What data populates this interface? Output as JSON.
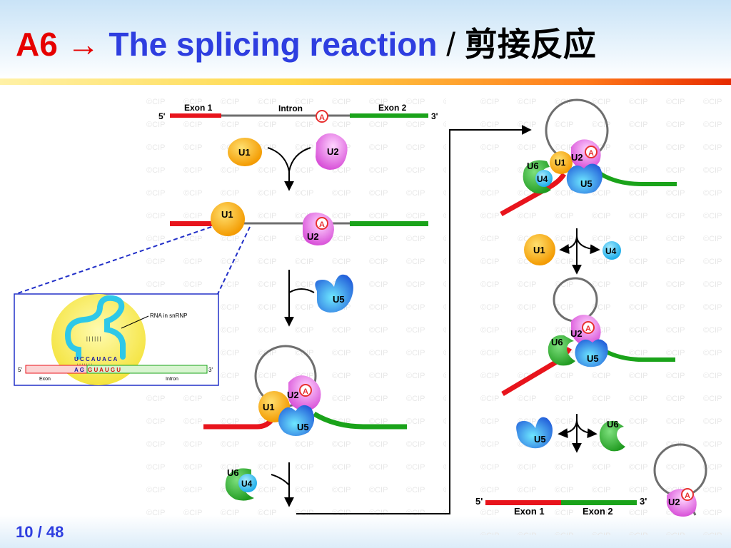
{
  "title": {
    "code": "A6",
    "arrow": "→",
    "main": "The splicing reaction",
    "separator": "/",
    "chinese": "剪接反应"
  },
  "page": {
    "current": "10",
    "separator": "/",
    "total": "48"
  },
  "watermark": "©CIP",
  "pre_mrna": {
    "five_prime": "5'",
    "three_prime": "3'",
    "exon1": "Exon 1",
    "intron": "Intron",
    "exon2": "Exon 2",
    "branch_site": "A"
  },
  "snrnps": {
    "u1": "U1",
    "u2": "U2",
    "u4": "U4",
    "u5": "U5",
    "u6": "U6"
  },
  "inset": {
    "rna_label": "RNA in snRNP",
    "snrna_seq": "U C C A U A C A",
    "pairing_marks": "| | | | | | |",
    "mrna_seq_exon": "A G",
    "mrna_seq_intron": "G U A U G U",
    "five_prime": "5'",
    "three_prime": "3'",
    "exon_label": "Exon",
    "intron_label": "Intron",
    "loop_marks": "| | | | | |"
  },
  "product": {
    "five_prime": "5'",
    "three_prime": "3'",
    "exon1": "Exon 1",
    "exon2": "Exon 2"
  },
  "colors": {
    "exon1": "#e8141c",
    "exon2": "#1aa31a",
    "intron": "#6e6e6e",
    "u1": "#f5a000",
    "u2": "#e070e0",
    "u4": "#18b4f0",
    "u5": "#2b6fe0",
    "u6": "#35b535",
    "branch_a": "#e83030",
    "title_code": "#e60000",
    "title_main": "#2e3ee0"
  }
}
